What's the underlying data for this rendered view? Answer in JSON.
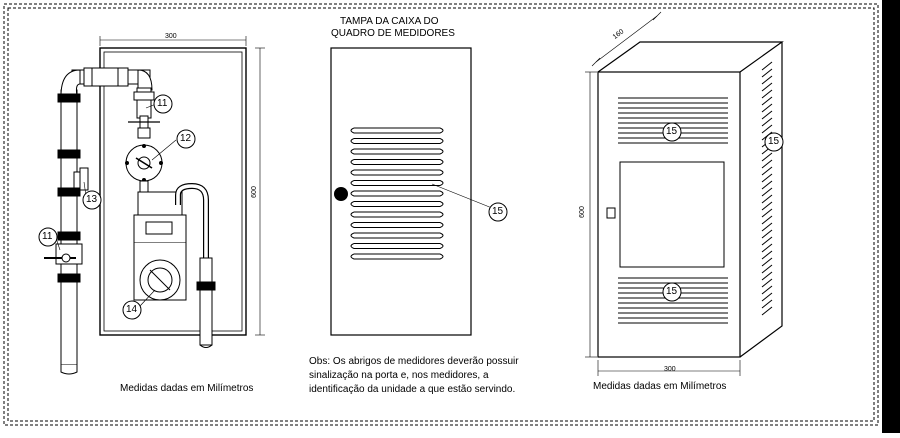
{
  "left": {
    "dim_width": "300",
    "dim_height": "600",
    "callouts": [
      "11",
      "12",
      "13",
      "11",
      "14"
    ],
    "caption": "Medidas dadas em Milímetros"
  },
  "middle": {
    "title_line1": "TAMPA DA CAIXA DO",
    "title_line2": "QUADRO DE MEDIDORES",
    "callout": "15",
    "note_line1": "Obs: Os abrigos de medidores deverão possuir",
    "note_line2": "sinalização na porta e, nos medidores, a",
    "note_line3": "identificação da unidade a que estão servindo."
  },
  "right": {
    "dim_depth": "160",
    "dim_height": "600",
    "dim_width": "300",
    "callouts": [
      "15",
      "15",
      "15"
    ],
    "caption": "Medidas dadas em Milímetros"
  }
}
